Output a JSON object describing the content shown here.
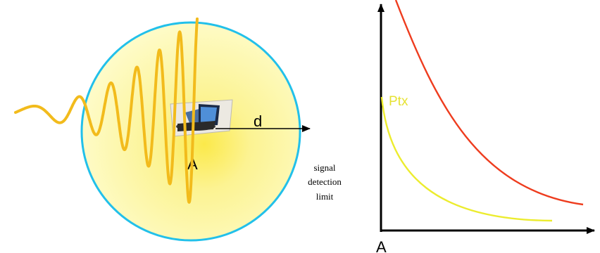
{
  "left_diagram": {
    "node_label": "A",
    "radius_label": "d",
    "limit_label_lines": [
      "signal",
      "detection",
      "limit"
    ],
    "node_icon": "laptop-icon"
  },
  "right_graph": {
    "curve_label": "Ptx",
    "origin_label": "A"
  },
  "colors": {
    "circle_outline": "#22c0ea",
    "circle_fill_center": "#fbe94a",
    "circle_fill_edge": "#fefccc",
    "wave": "#f2bb1c",
    "axes": "#000000",
    "upper_curve": "#ee3c1e",
    "lower_curve": "#ecec2e",
    "ptx_label": "#e6e233"
  }
}
